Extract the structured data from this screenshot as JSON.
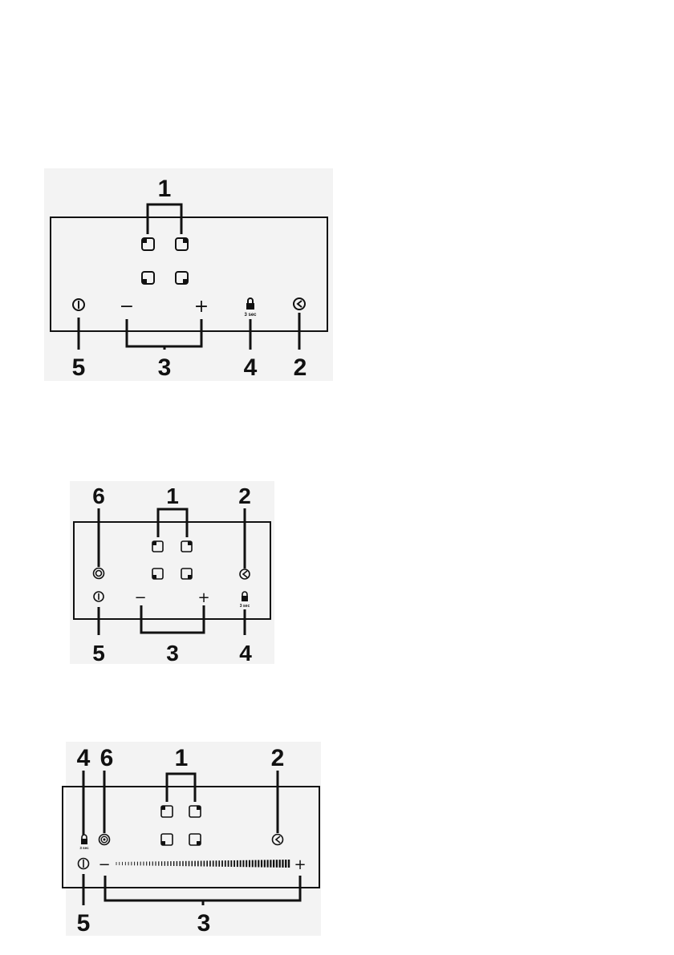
{
  "diagram_1": {
    "callouts": {
      "zones": "1",
      "timer": "2",
      "power_level": "3",
      "lock": "4",
      "on_off": "5"
    },
    "lock_caption": "3 sec",
    "minus_symbol": "−",
    "plus_symbol": "+"
  },
  "diagram_2": {
    "callouts": {
      "zones": "1",
      "timer": "2",
      "power_level": "3",
      "lock": "4",
      "on_off": "5",
      "dual_zone": "6"
    },
    "lock_caption": "3 sec",
    "minus_symbol": "−",
    "plus_symbol": "+"
  },
  "diagram_3": {
    "callouts": {
      "zones": "1",
      "timer": "2",
      "power_level": "3",
      "lock": "4",
      "on_off": "5",
      "dual_zone": "6"
    },
    "lock_caption": "3 sec",
    "minus_symbol": "−",
    "plus_symbol": "+"
  },
  "icons": {
    "zone": "zone-square-icon",
    "on_off": "power-icon",
    "lock": "padlock-icon",
    "timer": "timer-clock-icon",
    "dual_zone": "dual-ring-icon"
  },
  "colors": {
    "line": "#111111",
    "background": "#f3f3f3"
  }
}
